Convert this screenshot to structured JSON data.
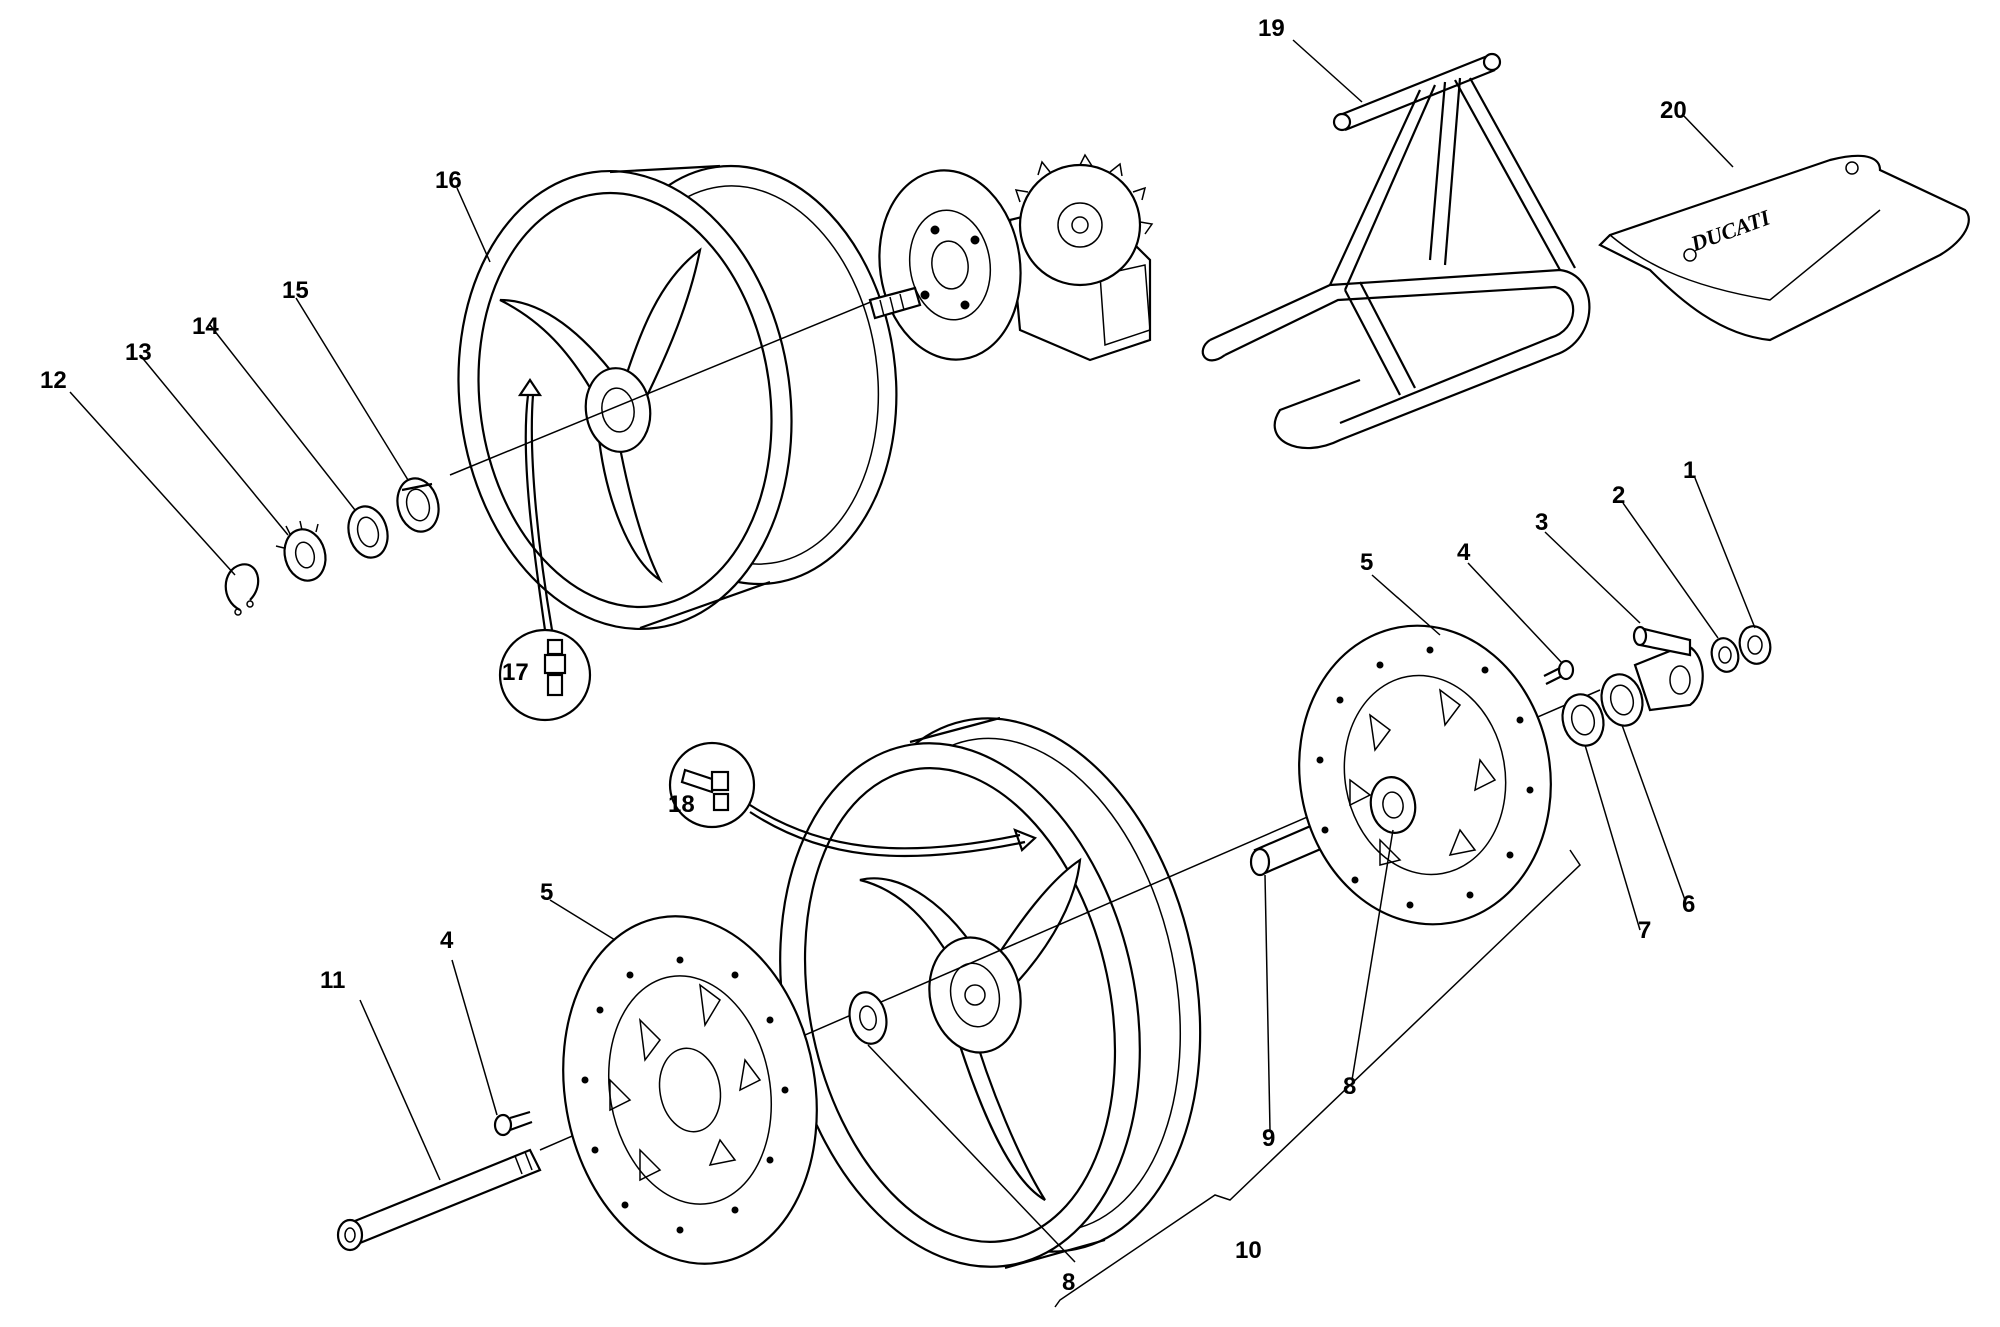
{
  "callouts": {
    "c1": "1",
    "c2": "2",
    "c3": "3",
    "c4a": "4",
    "c4b": "4",
    "c5a": "5",
    "c5b": "5",
    "c6": "6",
    "c7": "7",
    "c8a": "8",
    "c8b": "8",
    "c9": "9",
    "c10": "10",
    "c11": "11",
    "c12": "12",
    "c13": "13",
    "c14": "14",
    "c15": "15",
    "c16": "16",
    "c17": "17",
    "c18": "18",
    "c19": "19",
    "c20": "20"
  },
  "cover_logo_text": "DUCATI",
  "colors": {
    "line": "#000000",
    "background": "#ffffff"
  }
}
